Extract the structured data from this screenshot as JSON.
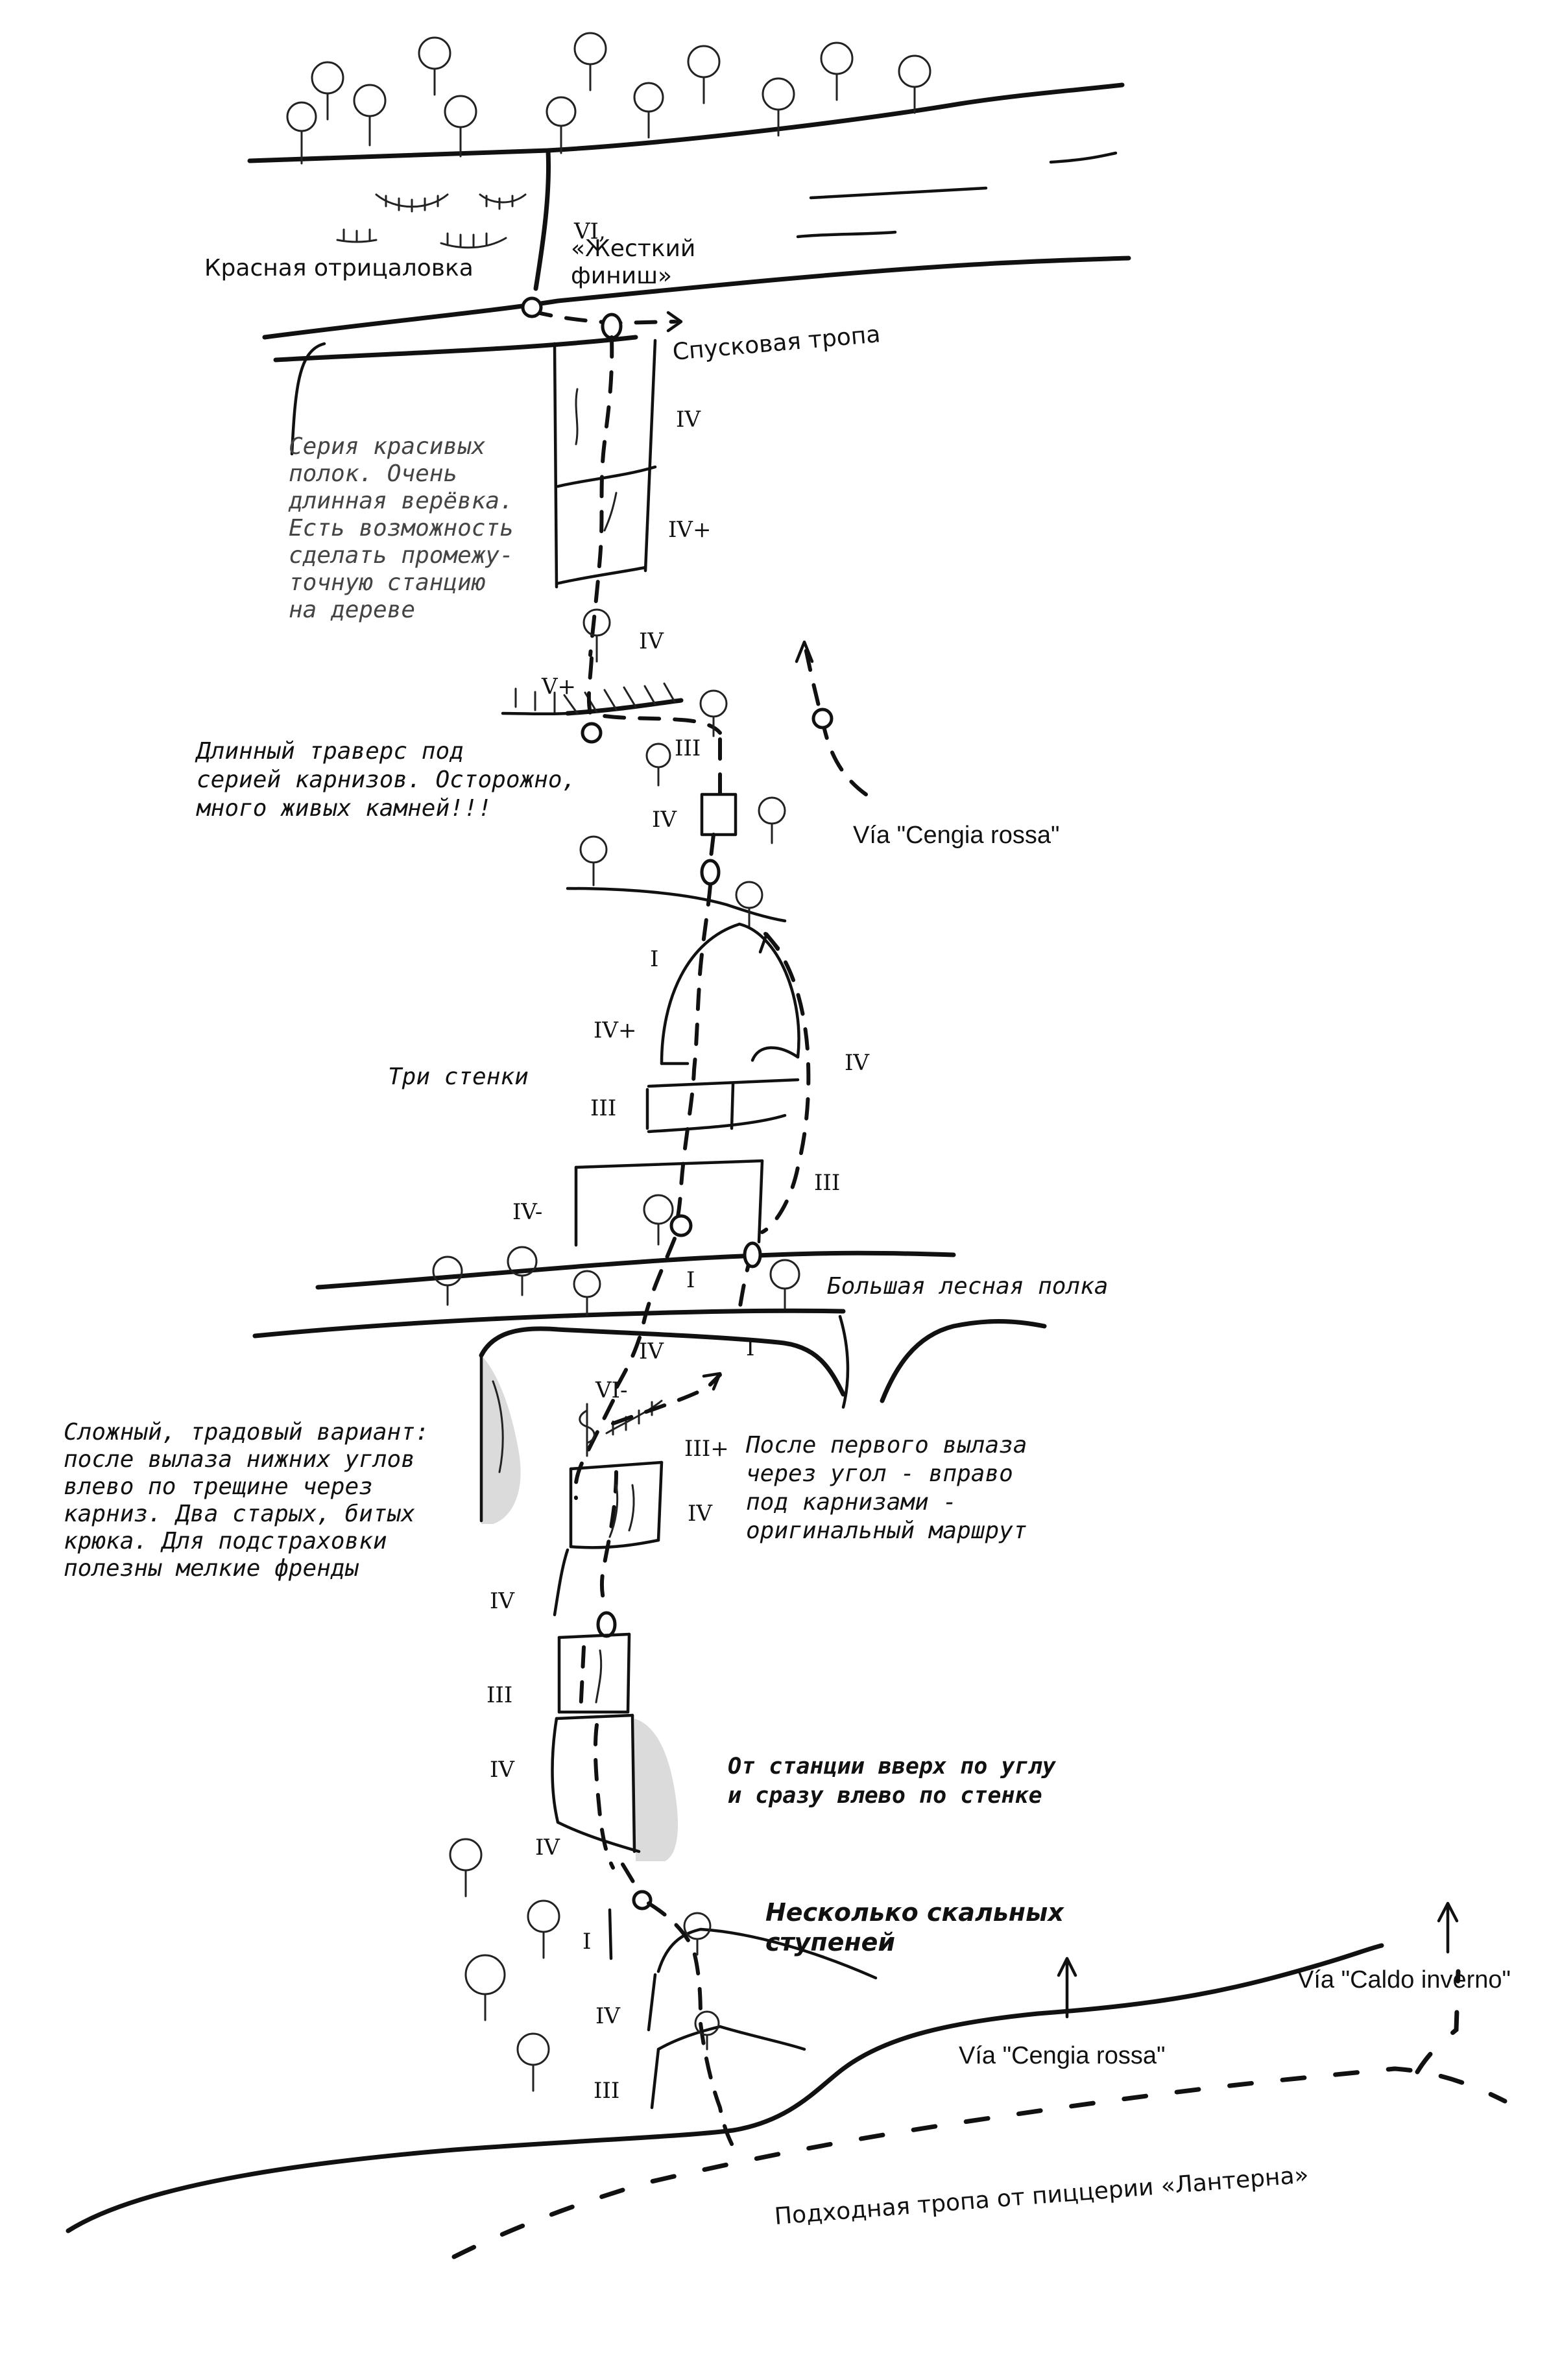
{
  "labels": {
    "red_overhang": "Красная отрицаловка",
    "hard_finish": "«Жесткий\nфиниш»",
    "descent_path": "Спусковая тропа",
    "ledges_note": "Серия красивых\nполок. Очень\nдлинная верёвка.\nЕсть возможность\nсделать промежу-\nточную станцию\nна дереве",
    "traverse_note": "Длинный траверс под\nсерией карнизов. Осторожно,\nмного живых камней!!!",
    "three_walls": "Три стенки",
    "big_forest_ledge": "Большая лесная полка",
    "trad_variant": "Сложный, традовый вариант:\nпосле вылаза нижних углов\nвлево по трещине через\nкарниз. Два старых, битых\nкрюка. Для подстраховки\nполезны мелкие френды",
    "original_route": "После первого вылаза\nчерез угол - вправо\nпод карнизами -\nоригинальный маршрут",
    "station_corner": "От станции вверх по углу\nи сразу влево по стенке",
    "rock_steps": "Несколько скальных\nступеней",
    "approach_path": "Подходная тропа от пиццерии «Лантерна»",
    "via_cengia_rossa_upper": "Vía \"Cengia rossa\"",
    "via_cengia_rossa_lower": "Vía \"Cengia rossa\"",
    "via_caldo_inverno": "Vía \"Caldo inverno\""
  },
  "grades": {
    "g_vi": "VI,",
    "g_iv_1": "IV",
    "g_ivp_1": "IV+",
    "g_iv_2": "IV",
    "g_vp": "V+",
    "g_iii_1": "III",
    "g_iv_3": "IV",
    "g_i_1": "I",
    "g_ivp_2": "IV+",
    "g_iv_4": "IV",
    "g_iii_2": "III",
    "g_iii_3": "III",
    "g_ivm": "IV-",
    "g_i_2": "I",
    "g_iv_5": "IV",
    "g_i_3": "I",
    "g_vim": "VI-",
    "g_iiip": "III+",
    "g_iv_6": "IV",
    "g_iv_7": "IV",
    "g_iii_4": "III",
    "g_iv_8": "IV",
    "g_iv_9": "IV",
    "g_i_4": "I",
    "g_iv_10": "IV",
    "g_iii_5": "III"
  },
  "colors": {
    "ink": "#111111",
    "shade": "#bdbdbd",
    "paper": "#ffffff"
  }
}
